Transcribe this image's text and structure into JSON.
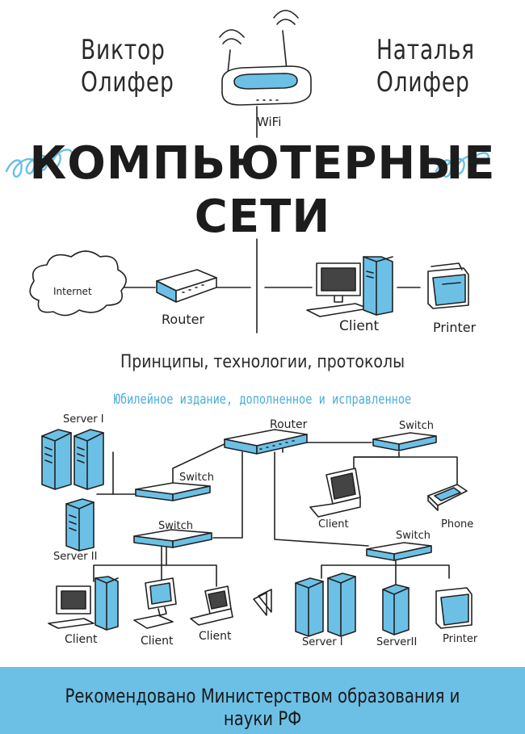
{
  "authors": {
    "left": {
      "first": "Виктор",
      "last": "Олифер"
    },
    "right": {
      "first": "Наталья",
      "last": "Олифер"
    }
  },
  "title": {
    "line1": "КОМПЬЮТЕРНЫЕ",
    "line2": "СЕТИ"
  },
  "subtitle": "Принципы, технологии, протоколы",
  "edition": "Юбилейное издание, дополненное и исправленное",
  "top_diagram": {
    "wifi": "WiFi",
    "internet": "Internet",
    "router": "Router",
    "client": "Client",
    "printer": "Printer"
  },
  "network_diagram": {
    "server1": "Server I",
    "server2": "Server II",
    "router": "Router",
    "switch_top_right": "Switch",
    "switch_mid_left": "Switch",
    "switch_lower_left": "Switch",
    "switch_lower_right": "Switch",
    "client_laptop_right": "Client",
    "phone": "Phone",
    "client_bottom_1": "Client",
    "client_bottom_2": "Client",
    "client_bottom_3": "Client",
    "server1_bottom": "Server I",
    "server2_bottom": "ServerII",
    "printer_bottom": "Printer"
  },
  "footer": "Рекомендовано Министерством образования и науки РФ",
  "colors": {
    "accent_blue": "#6cc0e6",
    "edition_blue": "#4aaedc",
    "ink": "#222222"
  }
}
